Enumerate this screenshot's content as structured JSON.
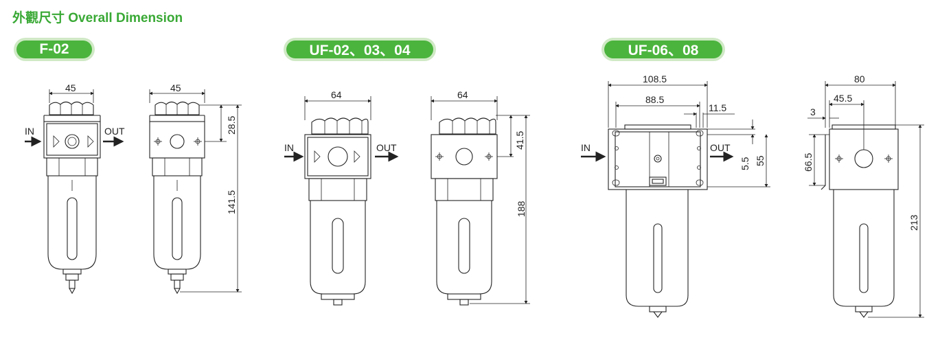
{
  "title": "外觀尺寸 Overall Dimension",
  "colors": {
    "accent": "#39a935",
    "badge": "#4bb43d",
    "badge_border": "#cfe9c5"
  },
  "badges": [
    "F-02",
    "UF-02、03、04",
    "UF-06、08"
  ],
  "labels": {
    "in": "IN",
    "out": "OUT"
  },
  "f02": {
    "width": "45",
    "width_side": "45",
    "head": "28.5",
    "height": "141.5"
  },
  "uf02": {
    "width": "64",
    "width_side": "64",
    "head": "41.5",
    "height": "188"
  },
  "uf06": {
    "overall": "108.5",
    "mount": "88.5",
    "slot": "11.5",
    "hole": "5.5",
    "port": "55"
  },
  "uf06_side": {
    "width": "80",
    "offset": "45.5",
    "bracket": "3",
    "bracket_h": "66.5",
    "height": "213"
  }
}
